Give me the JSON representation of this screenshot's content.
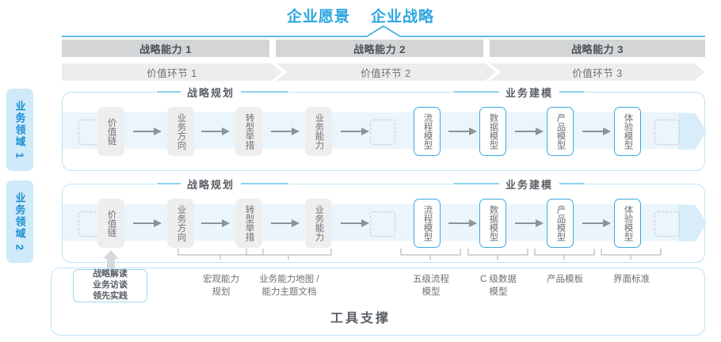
{
  "header": {
    "vision": "企业愿景",
    "strategy": "企业战略"
  },
  "capabilities": [
    {
      "label": "战略能力 1"
    },
    {
      "label": "战略能力 2"
    },
    {
      "label": "战略能力 3"
    }
  ],
  "value_links": [
    {
      "label": "价值环节 1"
    },
    {
      "label": "价值环节 2"
    },
    {
      "label": "价值环节 3"
    }
  ],
  "domains": [
    {
      "label": "业务领域 1"
    },
    {
      "label": "业务领域 2"
    }
  ],
  "sections": {
    "planning": "战略规划",
    "modeling": "业务建模"
  },
  "nodes": {
    "planning": [
      {
        "label": "价值链"
      },
      {
        "label": "业务方向"
      },
      {
        "label": "转型举措"
      },
      {
        "label": "业务能力"
      }
    ],
    "modeling": [
      {
        "label": "流程模型"
      },
      {
        "label": "数据模型"
      },
      {
        "label": "产品模型"
      },
      {
        "label": "体验模型"
      }
    ]
  },
  "annotations": {
    "note": "战略解读\n业务访谈\n领先实践",
    "note_lines": [
      "战略解读",
      "业务访谈",
      "领先实践"
    ],
    "captions": [
      {
        "line1": "宏观能力",
        "line2": "规划"
      },
      {
        "line1": "业务能力地图 /",
        "line2": "能力主题文档"
      },
      {
        "line1": "五级流程",
        "line2": "模型"
      },
      {
        "line1": "C 级数据",
        "line2": "模型"
      },
      {
        "line1": "产品模板",
        "line2": ""
      },
      {
        "line1": "界面标准",
        "line2": ""
      }
    ]
  },
  "footer": {
    "tool_support": "工具支撑"
  },
  "colors": {
    "accent_blue": "#2ba6e0",
    "band_blue": "#eaf5fc",
    "bar_gray": "#d3d5d6",
    "chevron_gray": "#ededed",
    "node_gray": "#eeeeef",
    "border_blue": "#bde3f5",
    "domain_chip": "#cfeaf9",
    "text_gray": "#5a5f66"
  }
}
